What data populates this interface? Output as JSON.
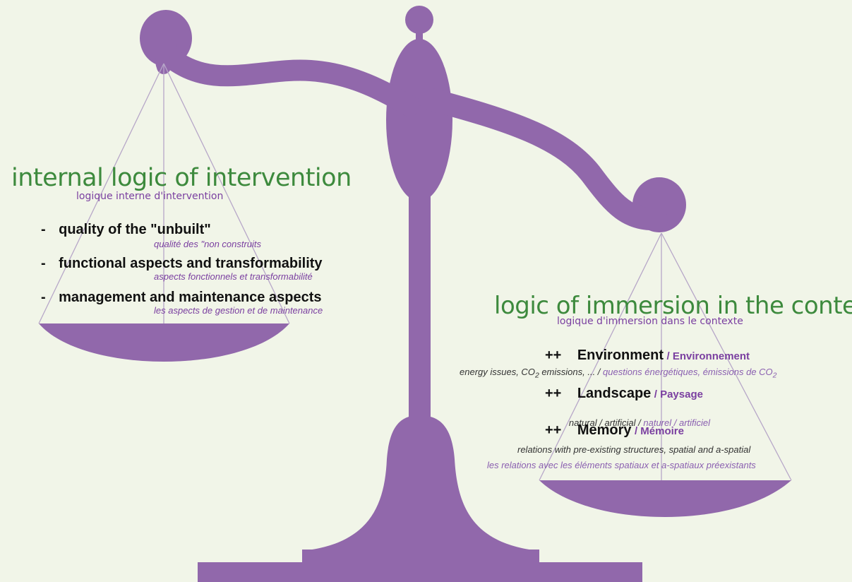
{
  "colors": {
    "background": "#f1f5e8",
    "scale": "#9168ab",
    "title_green": "#3d8a3d",
    "subtitle_purple": "#7a3fa0",
    "strings": "#b7a7c8"
  },
  "left": {
    "title": "internal logic of intervention",
    "subtitle": "logique interne d'intervention",
    "bullet": "-",
    "items": [
      {
        "en": "quality of the \"unbuilt\"",
        "fr": "qualité des \"non construits"
      },
      {
        "en": "functional aspects and transformability",
        "fr": "aspects fonctionnels et transformabilité"
      },
      {
        "en": "management and maintenance aspects",
        "fr": "les aspects de gestion et de maintenance"
      }
    ]
  },
  "right": {
    "title": "logic of immersion in the context",
    "subtitle": "logique d'immersion dans le contexte",
    "bullet": "++",
    "items": [
      {
        "en": "Environment",
        "fr": "/ Environnement",
        "desc_en_before": "energy issues, CO",
        "desc_en_sub": "2",
        "desc_en_after": " emissions, ... /",
        "desc_fr_before": " questions énergétiques, émissions de CO",
        "desc_fr_sub": "2"
      },
      {
        "en": "Landscape",
        "fr": "/ Paysage",
        "desc_en": "natural / artificial   /",
        "desc_fr": "  naturel / artificiel"
      },
      {
        "en": "Memory",
        "fr": "/ Mémoire",
        "desc_en": "relations with pre-existing structures, spatial and a-spatial",
        "desc_fr": "les relations avec les éléments spatiaux et a-spatiaux préexistants"
      }
    ]
  }
}
